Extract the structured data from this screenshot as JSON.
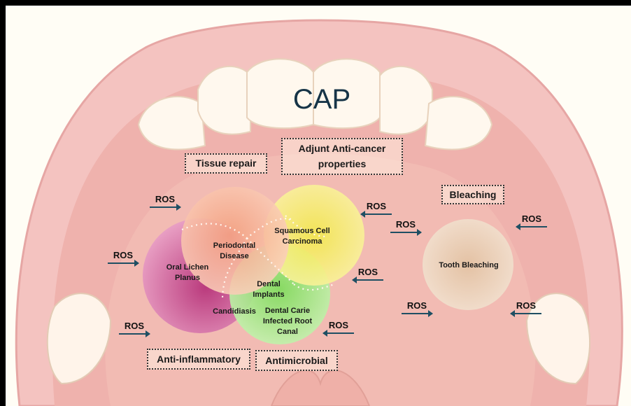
{
  "title": "CAP",
  "property_boxes": {
    "tissue_repair": "Tissue repair",
    "anticancer": "Adjunt Anti-cancer\nproperties",
    "bleaching": "Bleaching",
    "anti_inflammatory": "Anti-inflammatory",
    "antimicrobial": "Antimicrobial"
  },
  "conditions": {
    "oral_lichen_planus": "Oral Lichen\nPlanus",
    "periodontal_disease": "Periodontal\nDisease",
    "squamous_cell_carcinoma": "Squamous Cell\nCarcinoma",
    "dental_implants": "Dental\nImplants",
    "candidiasis": "Candidiasis",
    "dental_caries": "Dental Carie\nInfected Root\nCanal",
    "tooth_bleaching": "Tooth Bleaching"
  },
  "ros_label": "ROS",
  "colors": {
    "pink_circle": "#c8508f",
    "orange_circle": "#f4a888",
    "yellow_circle": "#f5ea6a",
    "green_circle": "#9be37e",
    "tan_circle": "#e8cdb5",
    "arrow": "#1f4f63"
  }
}
